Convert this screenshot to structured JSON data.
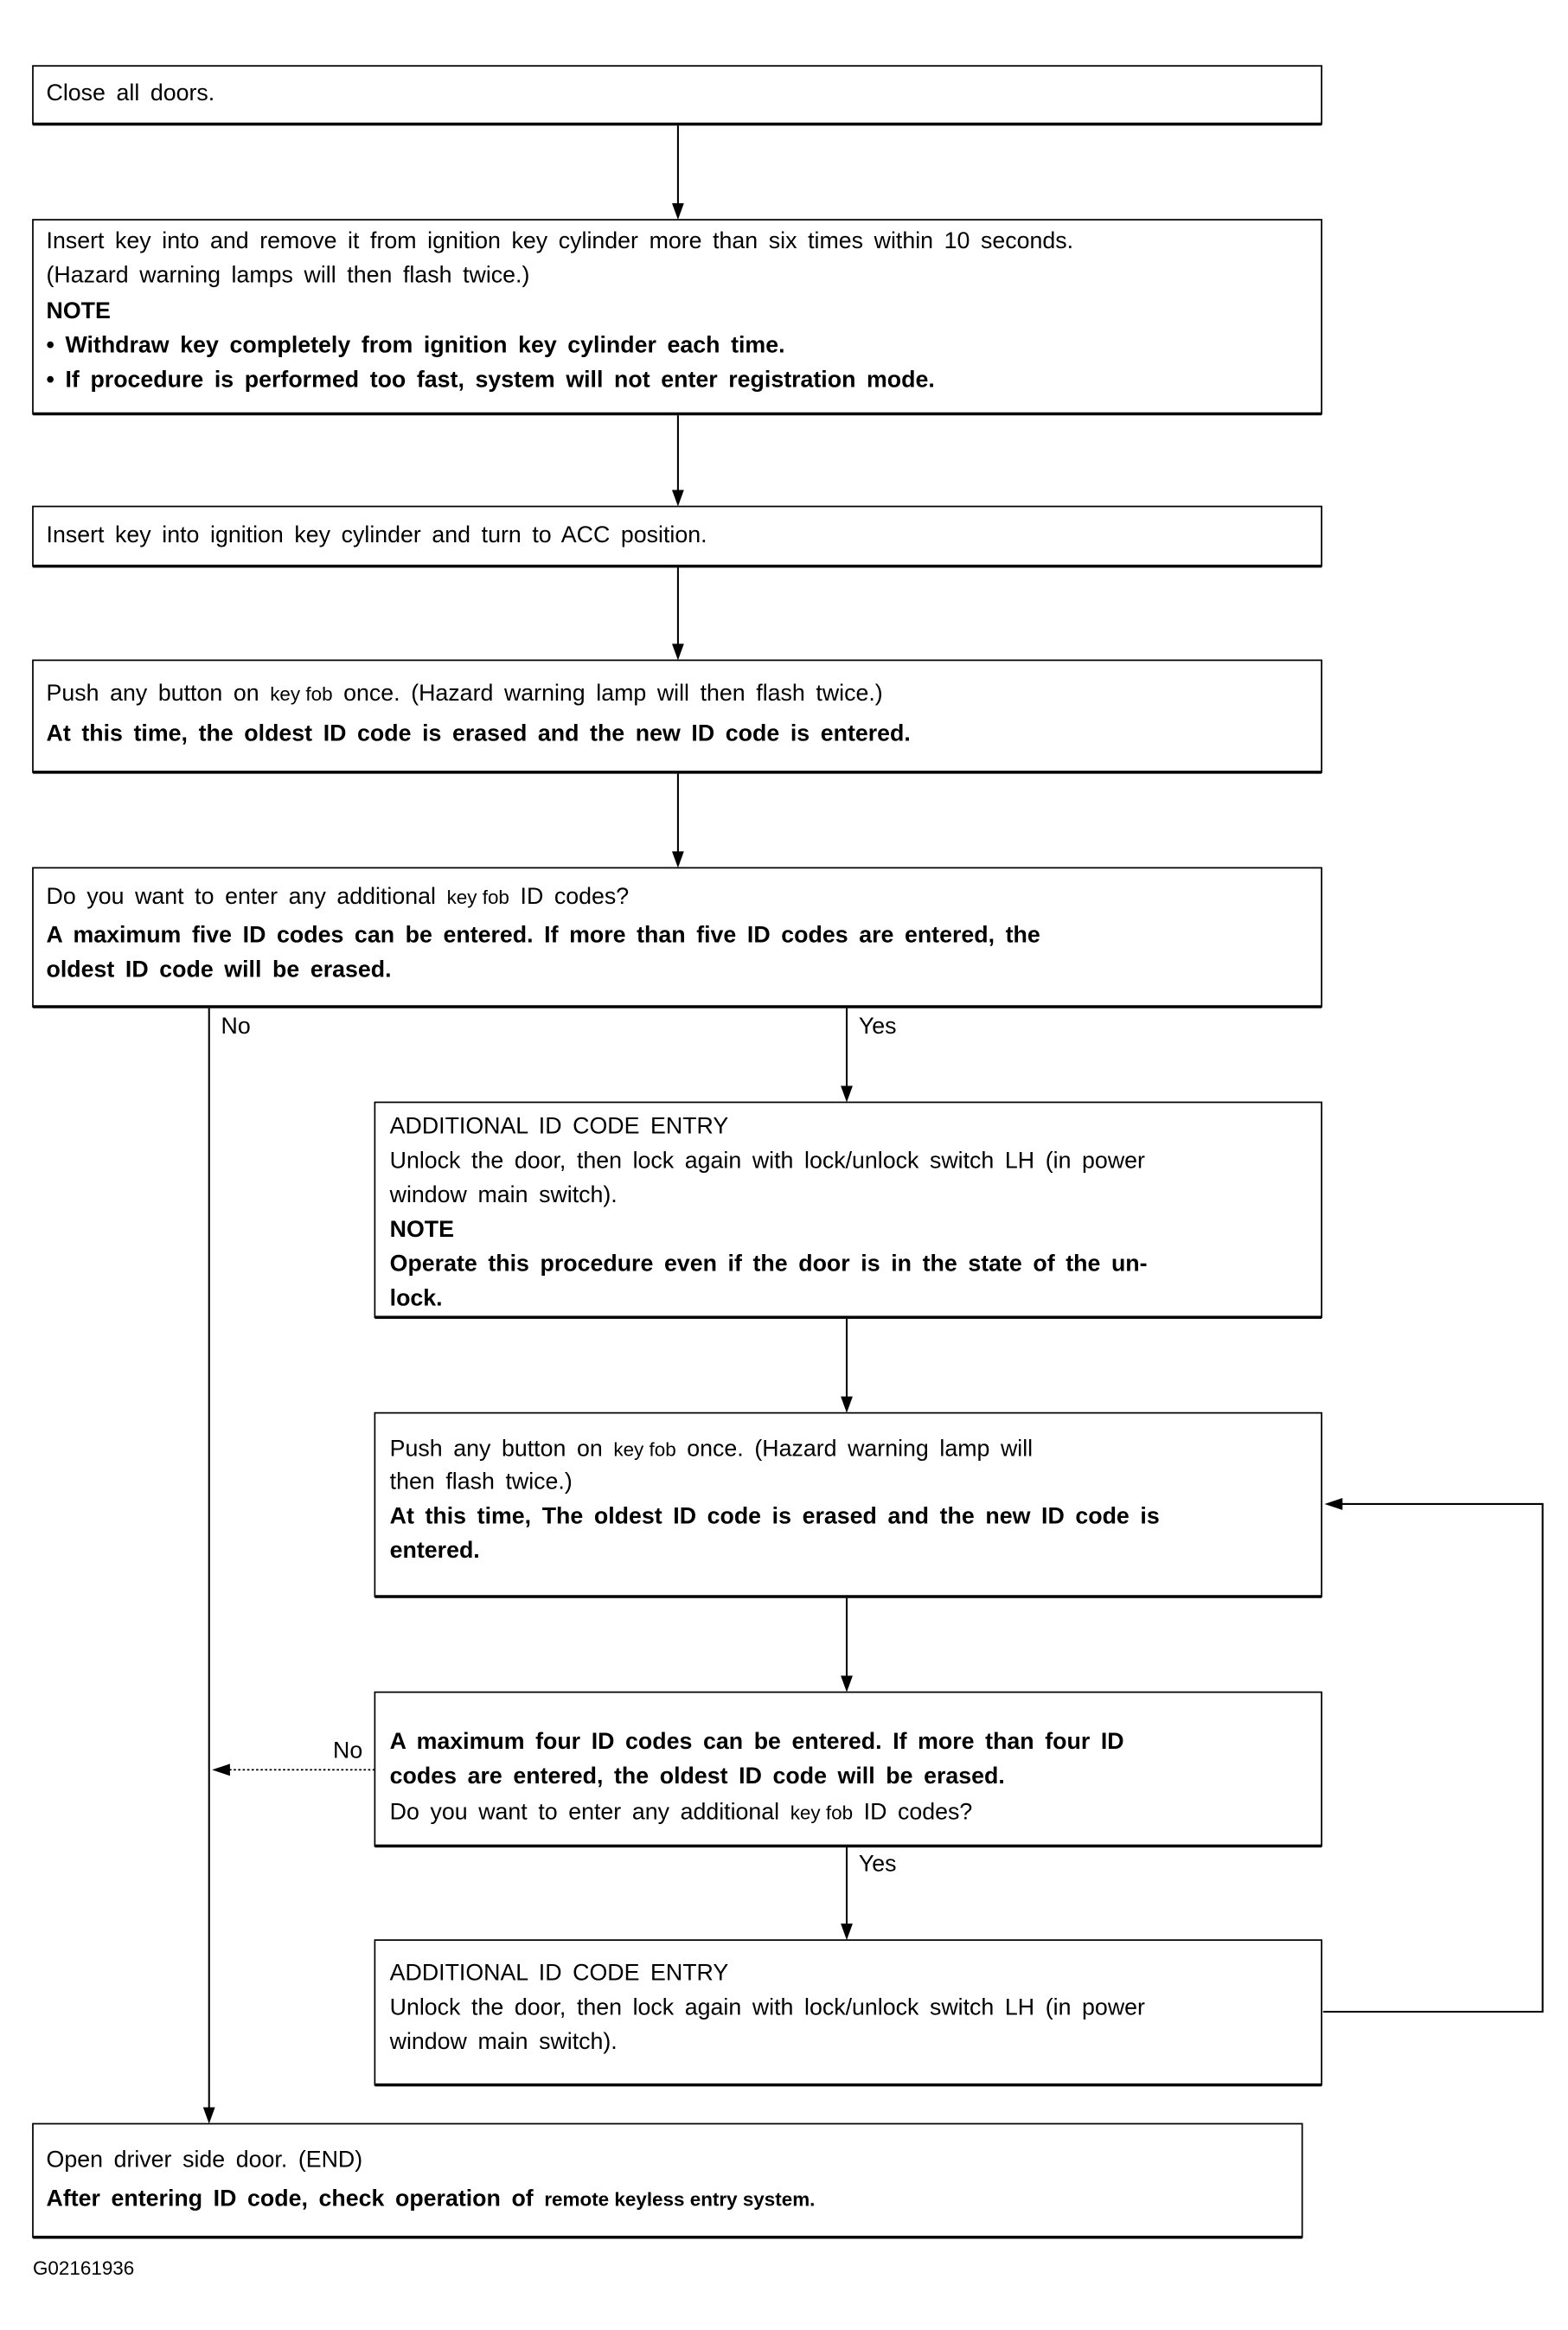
{
  "boxes": [
    {
      "lines": [
        [
          {
            "t": "Close all doors."
          }
        ]
      ]
    },
    {
      "lines": [
        [
          {
            "t": "Insert key into and remove it from ignition key cylinder more than six times within 10 seconds."
          }
        ],
        [
          {
            "t": "(Hazard warning lamps will then flash twice.)"
          }
        ],
        [
          {
            "t": "NOTE",
            "b": true
          }
        ],
        [
          {
            "t": "• Withdraw key completely from ignition key cylinder each time.",
            "b": true
          }
        ],
        [
          {
            "t": "• If procedure is performed too fast, system will not enter registration mode.",
            "b": true
          }
        ]
      ]
    },
    {
      "lines": [
        [
          {
            "t": "Insert key into ignition key cylinder and turn to ACC position."
          }
        ]
      ]
    },
    {
      "lines": [
        [
          {
            "t": "Push any button on "
          },
          {
            "t": "key fob",
            "s": true
          },
          {
            "t": " once. (Hazard warning lamp will then flash twice.)"
          }
        ],
        [
          {
            "t": "At this time, the oldest ID code is erased and the new ID code is entered.",
            "b": true
          }
        ]
      ]
    },
    {
      "lines": [
        [
          {
            "t": "Do you want to enter any additional "
          },
          {
            "t": "key fob",
            "s": true
          },
          {
            "t": " ID codes?"
          }
        ],
        [
          {
            "t": "A maximum five ID codes can be entered. If more than five ID codes are entered, the",
            "b": true
          }
        ],
        [
          {
            "t": "oldest ID code will be erased.",
            "b": true
          }
        ]
      ]
    },
    {
      "lines": [
        [
          {
            "t": "ADDITIONAL ID CODE ENTRY"
          }
        ],
        [
          {
            "t": "Unlock the door, then lock again with lock/unlock switch LH (in power"
          }
        ],
        [
          {
            "t": "window main switch)."
          }
        ],
        [
          {
            "t": "NOTE",
            "b": true
          }
        ],
        [
          {
            "t": "Operate this procedure even if the door is in the state of the un-",
            "b": true
          }
        ],
        [
          {
            "t": "lock.",
            "b": true
          }
        ]
      ]
    },
    {
      "lines": [
        [
          {
            "t": "Push any button on "
          },
          {
            "t": "key fob",
            "s": true
          },
          {
            "t": " once. (Hazard warning lamp will"
          }
        ],
        [
          {
            "t": "then flash twice.)"
          }
        ],
        [
          {
            "t": "At this time, The oldest ID code is erased and the new ID code is",
            "b": true
          }
        ],
        [
          {
            "t": "entered.",
            "b": true
          }
        ]
      ]
    },
    {
      "lines": [
        [
          {
            "t": "A maximum four ID codes can be entered. If more than four ID",
            "b": true
          }
        ],
        [
          {
            "t": "codes are entered, the oldest ID code will be erased.",
            "b": true
          }
        ],
        [
          {
            "t": "Do you want to enter any additional "
          },
          {
            "t": "key fob",
            "s": true
          },
          {
            "t": " ID codes?"
          }
        ]
      ]
    },
    {
      "lines": [
        [
          {
            "t": "ADDITIONAL ID CODE ENTRY"
          }
        ],
        [
          {
            "t": "Unlock the door, then lock again with lock/unlock switch LH (in power"
          }
        ],
        [
          {
            "t": "window main switch)."
          }
        ]
      ]
    },
    {
      "lines": [
        [
          {
            "t": "Open driver side door. (END)"
          }
        ],
        [
          {
            "t": "After entering ID code, check operation of ",
            "b": true
          },
          {
            "t": "remote keyless entry system.",
            "b": true,
            "s": true
          }
        ]
      ]
    }
  ],
  "labels": {
    "no_1": "No",
    "yes_1": "Yes",
    "no_2": "No",
    "yes_2": "Yes"
  },
  "figure_code": "G02161936"
}
